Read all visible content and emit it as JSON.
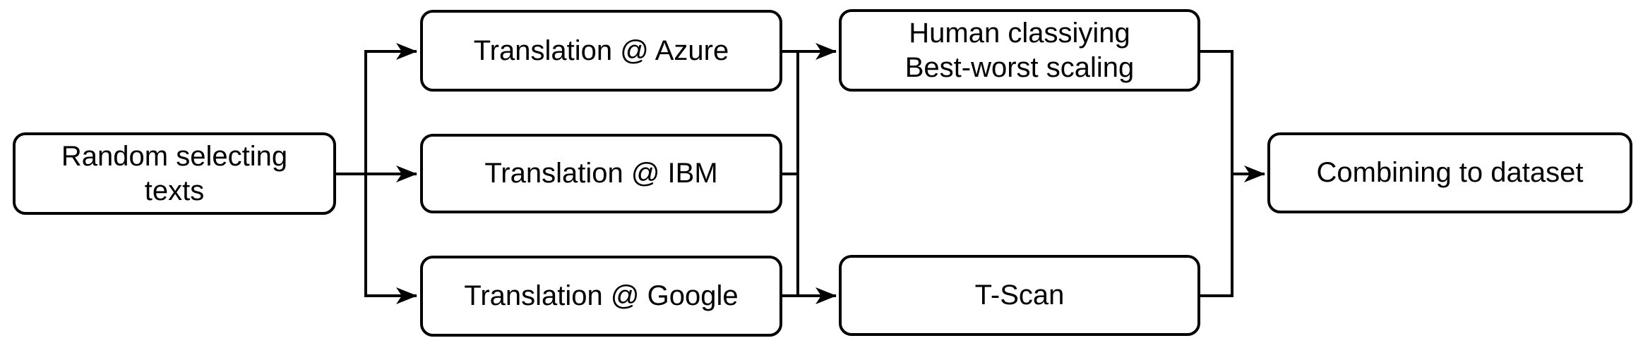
{
  "colors": {
    "background": "#ffffff",
    "node_fill": "#ffffff",
    "node_stroke": "#000000",
    "text": "#000000",
    "connector": "#000000"
  },
  "diagram": {
    "type": "flowchart",
    "nodes": [
      {
        "id": "random-selecting-texts",
        "label": "Random selecting\ntexts"
      },
      {
        "id": "translation-azure",
        "label": "Translation @ Azure"
      },
      {
        "id": "translation-ibm",
        "label": "Translation @ IBM"
      },
      {
        "id": "translation-google",
        "label": "Translation @ Google"
      },
      {
        "id": "human-classifying",
        "label": "Human classiying\nBest-worst scaling"
      },
      {
        "id": "t-scan",
        "label": "T-Scan"
      },
      {
        "id": "combining-to-dataset",
        "label": "Combining to dataset"
      }
    ],
    "edges": [
      {
        "from": "random-selecting-texts",
        "to": "translation-azure"
      },
      {
        "from": "random-selecting-texts",
        "to": "translation-ibm"
      },
      {
        "from": "random-selecting-texts",
        "to": "translation-google"
      },
      {
        "from": "translation-azure",
        "to": "human-classifying"
      },
      {
        "from": "translation-ibm",
        "to": "merge-bus"
      },
      {
        "from": "translation-google",
        "to": "t-scan"
      },
      {
        "from": "human-classifying",
        "to": "combining-to-dataset"
      },
      {
        "from": "t-scan",
        "to": "combining-to-dataset"
      }
    ]
  }
}
